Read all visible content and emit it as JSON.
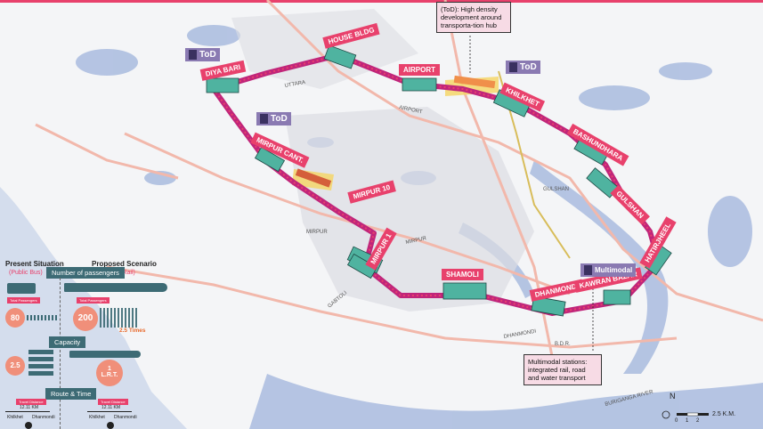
{
  "map": {
    "stations": [
      "DIYA BARI",
      "HOUSE BLDG",
      "AIRPORT",
      "KHILKHET",
      "BASHUNDHARA",
      "GULSHAN",
      "HATIRJHEEL",
      "MIRPUR CANT.",
      "MIRPUR 10",
      "MIRPUR 1",
      "SHAMOLI",
      "DHANMONDI",
      "KAWRAN BAZAR"
    ],
    "tod_label": "ToD",
    "multimodal_label": "Multimodal",
    "area_labels": [
      "UTTARA",
      "AIRPORT",
      "GULSHAN",
      "MIRPUR",
      "GABTOLI",
      "DHANMONDI",
      "MIRPUR",
      "B.D.R.",
      "BURIGANGA RIVER"
    ],
    "callouts": {
      "tod": "(ToD): High density development around transporta-tion hub",
      "multimodal": "Multimodal stations: integrated rail, road and water transport"
    },
    "scale": {
      "zero": "0",
      "one": "1",
      "two": "2",
      "label": "2.5 K.M."
    },
    "north": "N"
  },
  "panel": {
    "present_title": "Present Situation",
    "present_sub": "(Public Bus)",
    "proposed_title": "Proposed Scenario",
    "proposed_sub": "(Light Rail)",
    "number_of_passengers": "Number of passengers",
    "total_passengers_1": "Total Passengers",
    "total_passengers_2": "Total Passengers",
    "bus_passengers": "80",
    "rail_passengers": "200",
    "times": "2.5 Times",
    "capacity": "Capacity",
    "bus_capacity": "2.5",
    "rail_capacity": "1",
    "lrt": "L.R.T.",
    "route_time": "Route & Time",
    "travel_distance_1": "Travel Distance",
    "travel_distance_2": "Travel Distance",
    "dist_1": "12.11 KM",
    "dist_2": "12.11 KM",
    "from_1": "Khilkhet",
    "to_1": "Dhanmondi",
    "from_2": "Khilkhet",
    "to_2": "Dhanmondi"
  },
  "colors": {
    "route": "#e8416c",
    "station": "#4fb3a0",
    "water": "#aebfe0",
    "road": "#f2b8ab"
  }
}
